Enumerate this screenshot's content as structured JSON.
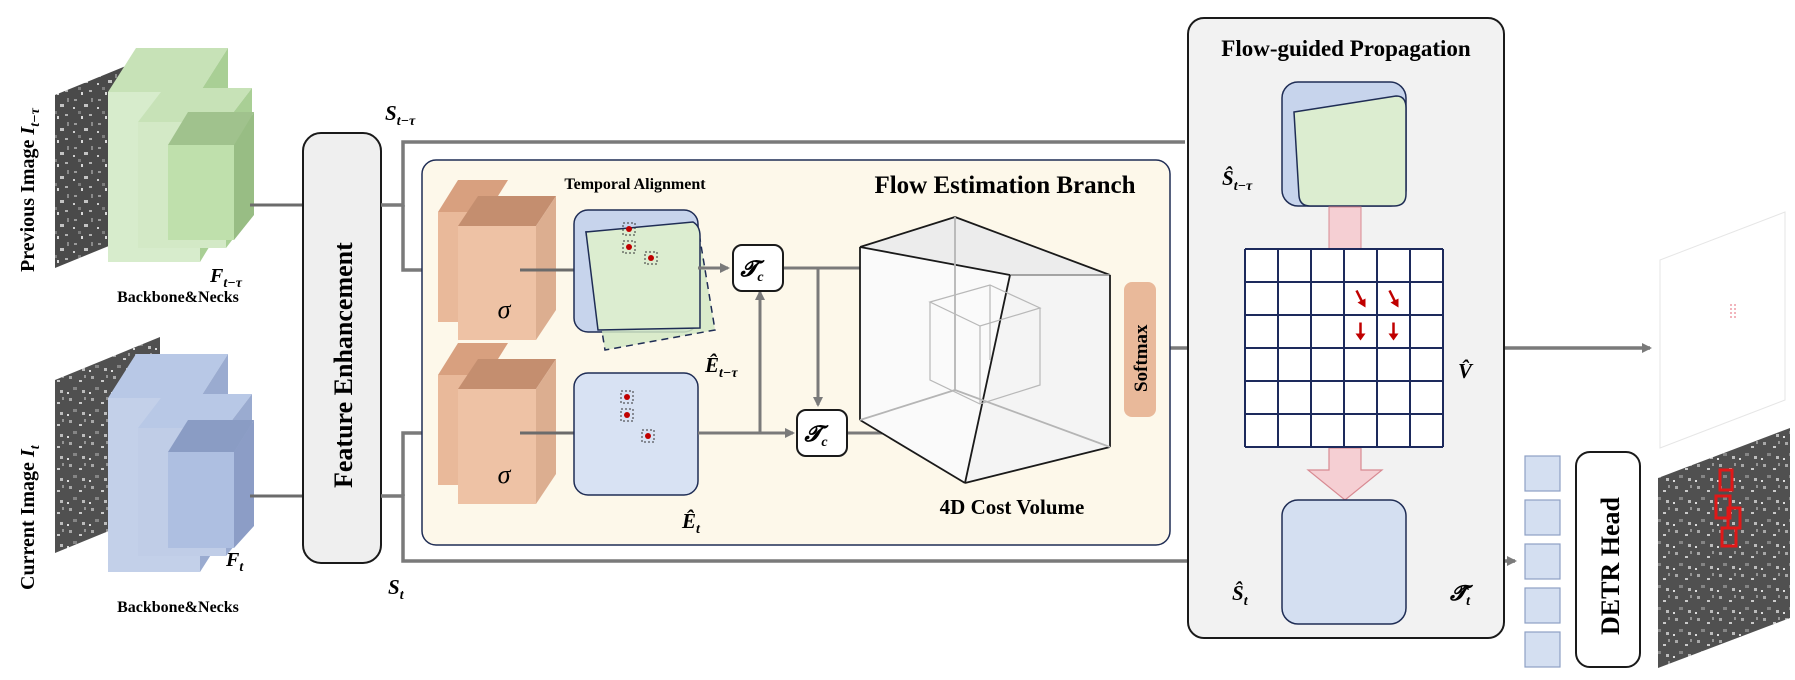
{
  "inputs": {
    "previous_image_label": "Previous Image ",
    "previous_image_symbol": "I",
    "previous_image_sub": "t−τ",
    "current_image_label": "Current Image ",
    "current_image_symbol": "I",
    "current_image_sub": "t",
    "backbone_label_top": "Backbone&Necks",
    "backbone_label_bottom": "Backbone&Necks",
    "feat_prev_symbol": "F",
    "feat_prev_sub": "t−τ",
    "feat_cur_symbol": "F",
    "feat_cur_sub": "t"
  },
  "feature_enhancement": {
    "label": "Feature Enhancement"
  },
  "signals": {
    "s_prev_symbol": "S",
    "s_prev_sub": "t−τ",
    "s_cur_symbol": "S",
    "s_cur_sub": "t"
  },
  "flow_estimation": {
    "title": "Flow Estimation Branch",
    "temporal_alignment": "Temporal Alignment",
    "sigma": "σ",
    "e_prev_symbol": "Ê",
    "e_prev_sub": "t−τ",
    "e_cur_symbol": "Ê",
    "e_cur_sub": "t",
    "tc_symbol": "𝓣",
    "tc_sub": "c",
    "cost_volume_label": "4D Cost Volume",
    "softmax_label": "Softmax"
  },
  "flow_guided": {
    "title": "Flow-guided Propagation",
    "s_prev_hat_symbol": "Ŝ",
    "s_prev_hat_sub": "t−τ",
    "v_hat": "V̂",
    "s_cur_hat_symbol": "Ŝ",
    "s_cur_hat_sub": "t",
    "t_hat_symbol": "𝓣̂",
    "t_hat_sub": "t"
  },
  "detr": {
    "label": "DETR Head"
  },
  "colors": {
    "green_face": "#d7eccc",
    "green_side": "#b5d6a4",
    "blue_face": "#c3d0e9",
    "blue_side": "#9eafd2",
    "peach": "#e9b99a",
    "panel_bg": "#fdf8ea",
    "grid_line": "#1d2a5c",
    "arrow_red": "#c00000"
  }
}
